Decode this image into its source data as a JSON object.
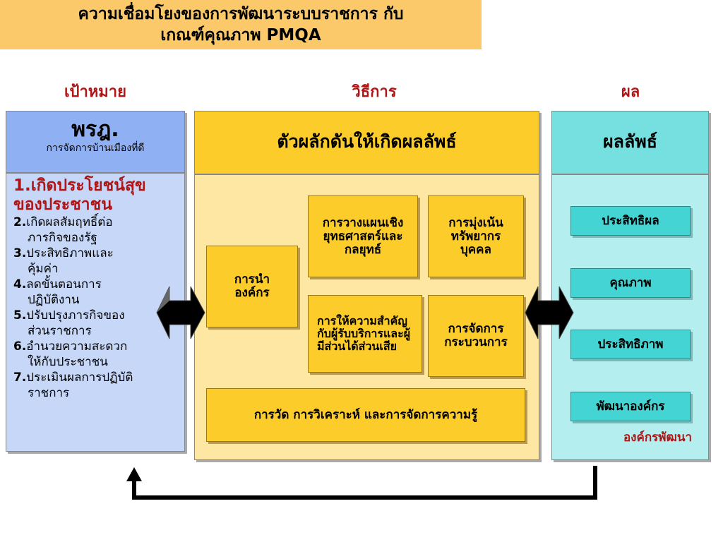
{
  "title": {
    "line1": "ความเชื่อมโยงของการพัฒนาระบบราชการ กับ",
    "line2": "เกณฑ์คุณภาพ PMQA"
  },
  "columns": {
    "goal": "เป้าหมาย",
    "method": "วิธีการ",
    "result": "ผล"
  },
  "left_panel": {
    "heading": "พรฎ.",
    "subheading": "การจัดการบ้านเมืองที่ดี",
    "items": [
      {
        "num": "1.",
        "text": "เกิดประโยชน์สุขของประชาชน"
      },
      {
        "num": "2.",
        "text": "เกิดผลสัมฤทธิ์ต่อ",
        "cont": "ภารกิจของรัฐ"
      },
      {
        "num": "3.",
        "text": "ประสิทธิภาพและ",
        "cont": "คุ้มค่า"
      },
      {
        "num": "4.",
        "text": "ลดขั้นตอนการ",
        "cont": "ปฏิบัติงาน"
      },
      {
        "num": "5.",
        "text": "ปรับปรุงภารกิจของ",
        "cont": "ส่วนราชการ"
      },
      {
        "num": "6.",
        "text": "อำนวยความสะดวก",
        "cont": "ให้กับประชาชน"
      },
      {
        "num": "7.",
        "text": "ประเมินผลการปฏิบัติ",
        "cont": "ราชการ"
      }
    ]
  },
  "middle_panel": {
    "heading": "ตัวผลักดันให้เกิดผลลัพธ์",
    "leadership": "การนำ องค์กร",
    "strategic_planning": "การวางแผนเชิงยุทธศาสตร์และกลยุทธ์",
    "hr_focus": "การมุ่งเน้นทรัพยากรบุคคล",
    "customer_focus": "การให้ความสำคัญกับผู้รับบริการและผู้มีส่วนได้ส่วนเสีย",
    "process_management": "การจัดการกระบวนการ",
    "measurement": "การวัด การวิเคราะห์ และการจัดการความรู้"
  },
  "right_panel": {
    "heading": "ผลลัพธ์",
    "results": [
      "ประสิทธิผล",
      "คุณภาพ",
      "ประสิทธิภาพ",
      "พัฒนาองค์กร"
    ],
    "footer_label": "องค์กรพัฒนา"
  },
  "colors": {
    "title_bg": "#fcc96a",
    "accent_red": "#b01616",
    "left_head": "#8fb0f3",
    "left_body": "#c6d7f8",
    "mid_head": "#fccd2a",
    "mid_body": "#fde7a3",
    "right_head": "#76e0e0",
    "right_body": "#b4eeee"
  }
}
